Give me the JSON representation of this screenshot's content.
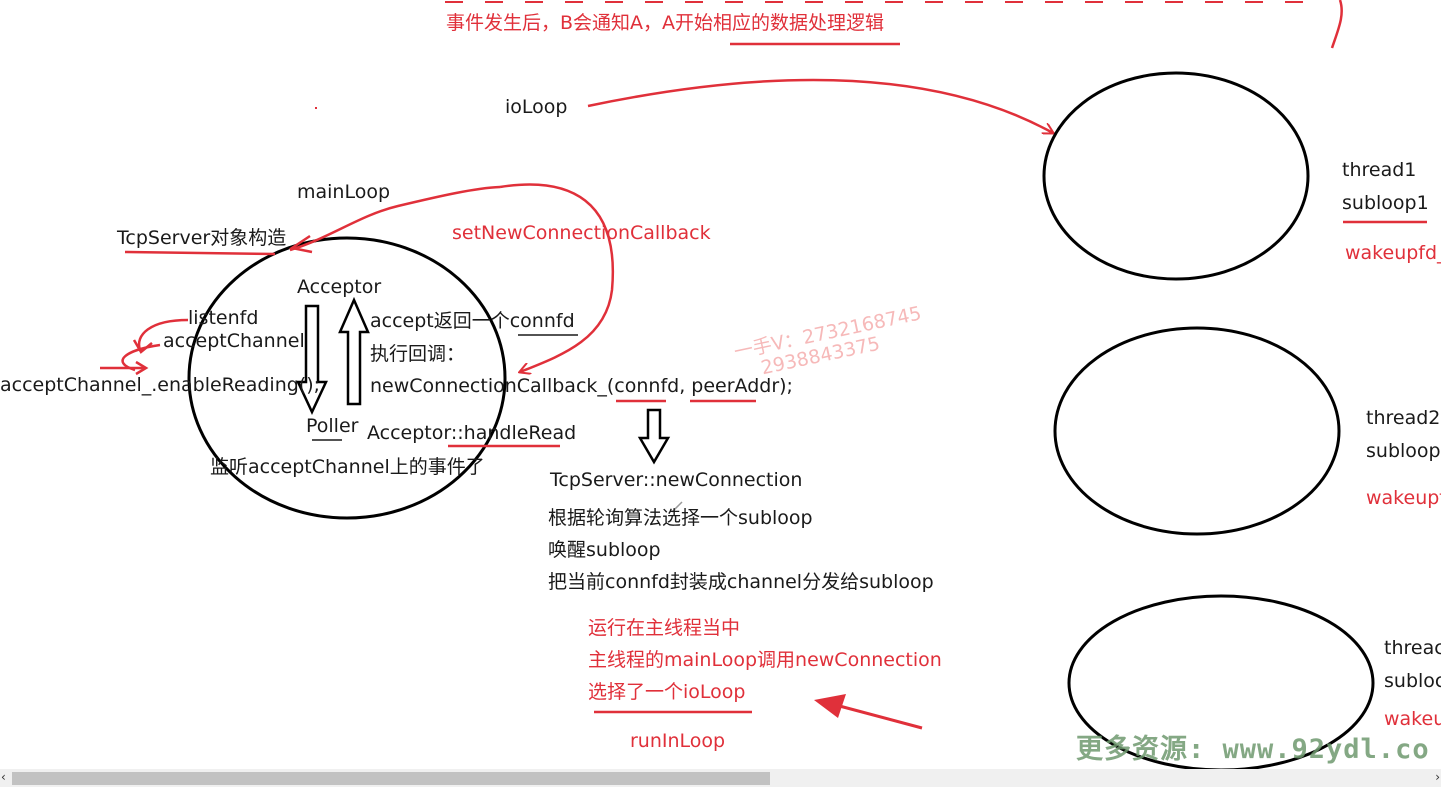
{
  "top_note_line2": "事件发生后，B会通知A，A开始相应的数据处理逻辑",
  "labels": {
    "io_loop": "ioLoop",
    "main_loop": "mainLoop",
    "tcpserver_construct": "TcpServer对象构造",
    "set_new_conn_cb": "setNewConnectionCallback",
    "acceptor": "Acceptor",
    "listenfd": "listenfd",
    "accept_channel": "acceptChannel",
    "enable_reading": "acceptChannel_.enableReading();",
    "poller": "Poller",
    "listen_on_channel": "监听acceptChannel上的事件了",
    "accept_returns": "accept返回一个connfd",
    "exec_callback": "执行回调：",
    "new_conn_callback": "newConnectionCallback_(connfd, peerAddr);",
    "handle_read": "Acceptor::handleRead",
    "new_connection": "TcpServer::newConnection",
    "step1": "根据轮询算法选择一个subloop",
    "step2": "唤醒subloop",
    "step3": "把当前connfd封装成channel分发给subloop",
    "red1": "运行在主线程当中",
    "red2": "主线程的mainLoop调用newConnection",
    "red3": "选择了一个ioLoop",
    "run_in_loop": "runInLoop"
  },
  "threads": [
    {
      "thread": "thread1",
      "loop": "subloop1",
      "wake": "wakeupfd_"
    },
    {
      "thread": "thread2",
      "loop": "subloop",
      "wake": "wakeupf"
    },
    {
      "thread": "threac",
      "loop": "subloc",
      "wake": "wakeu"
    }
  ],
  "watermark": "更多资源: www.92ydl.co",
  "watermark2": "一手V：2732168745",
  "watermark3": "2938843375",
  "colors": {
    "ink": "#1a1a1a",
    "red": "#e0303a"
  }
}
